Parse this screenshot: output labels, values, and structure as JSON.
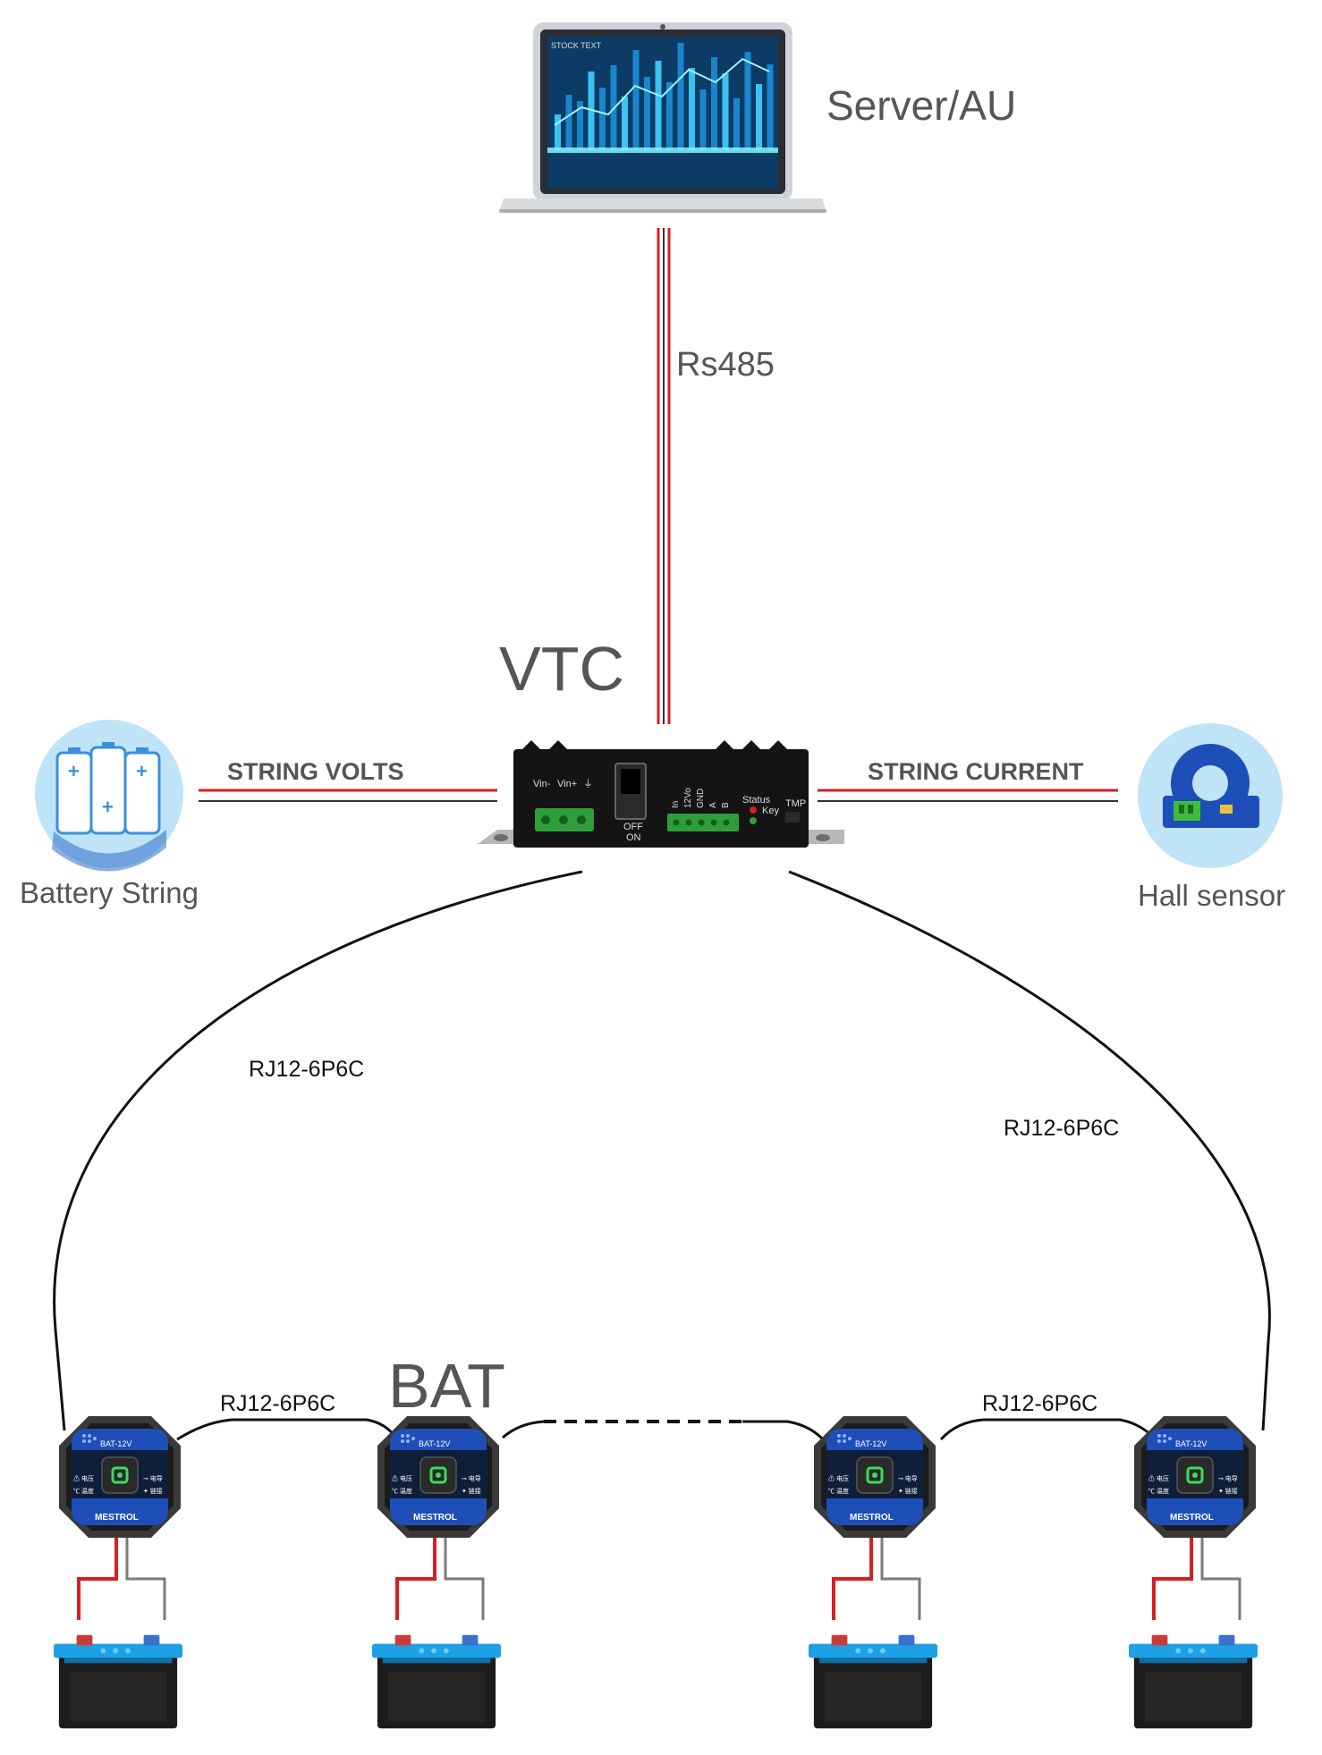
{
  "labels": {
    "server": "Server/AU",
    "rs485": "Rs485",
    "vtc": "VTC",
    "string_volts": "STRING VOLTS",
    "string_current": "STRING CURRENT",
    "battery_string": "Battery String",
    "hall_sensor": "Hall sensor",
    "bat": "BAT",
    "rj_left": "RJ12-6P6C",
    "rj_right": "RJ12-6P6C",
    "rj_bottom_left": "RJ12-6P6C",
    "rj_bottom_right": "RJ12-6P6C"
  },
  "laptop_screen": {
    "title": "STOCK TEXT"
  },
  "vtc_device": {
    "vin_minus": "Vin-",
    "vin_plus": "Vin+",
    "ground": "⏚",
    "switch_off": "OFF",
    "switch_on": "ON",
    "terminal_labels": [
      "In",
      "12Vo",
      "GND",
      "A",
      "B"
    ],
    "status": "Status",
    "key": "Key",
    "tmp": "TMP"
  },
  "bat_module": {
    "model": "BAT-12V",
    "brand": "MESTROL",
    "left_line_1": "⚠ 电压",
    "left_line_2": "℃ 温度",
    "right_line_1": "⊸ 电导",
    "right_line_2": "✦ 链接"
  },
  "colors": {
    "red_wire": "#d62020",
    "dark_wire": "#333333",
    "label_gray": "#555555",
    "icon_circle": "#bfe3f7",
    "module_blue": "#1e4fb8",
    "battery_blue": "#1ea0e6",
    "device_black": "#141414"
  }
}
